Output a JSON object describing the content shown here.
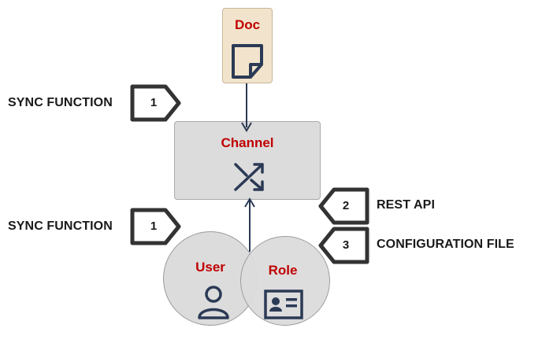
{
  "nodes": {
    "doc": {
      "title": "Doc",
      "icon": "sticky-note-icon"
    },
    "channel": {
      "title": "Channel",
      "icon": "shuffle-icon"
    },
    "user": {
      "title": "User",
      "icon": "person-icon"
    },
    "role": {
      "title": "Role",
      "icon": "id-card-icon"
    }
  },
  "callouts": [
    {
      "number": "1",
      "label": "SYNC FUNCTION"
    },
    {
      "number": "1",
      "label": "SYNC FUNCTION"
    },
    {
      "number": "2",
      "label": "REST API"
    },
    {
      "number": "3",
      "label": "CONFIGURATION FILE"
    }
  ],
  "colors": {
    "title_red": "#c00000",
    "icon_navy": "#2b3a55",
    "doc_fill": "#f2e4cc",
    "node_fill": "#dcdcdc",
    "tag_stroke": "#333333"
  }
}
